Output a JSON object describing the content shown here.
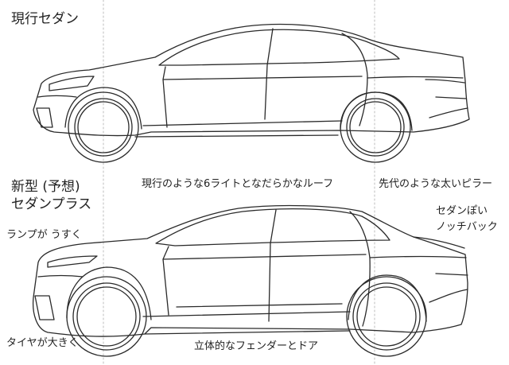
{
  "titles": {
    "current": "現行セダン",
    "new_line1": "新型 (予想)",
    "new_line2": "セダンプラス"
  },
  "annotations": {
    "roof": "現行のような6ライトとなだらかなルーフ",
    "pillar": "先代のような太いピラー",
    "notch_line1": "セダンぽい",
    "notch_line2": "ノッチバック",
    "lamp": "ランプが うすく",
    "tire": "タイヤが大きく",
    "fender": "立体的なフェンダーとドア"
  }
}
